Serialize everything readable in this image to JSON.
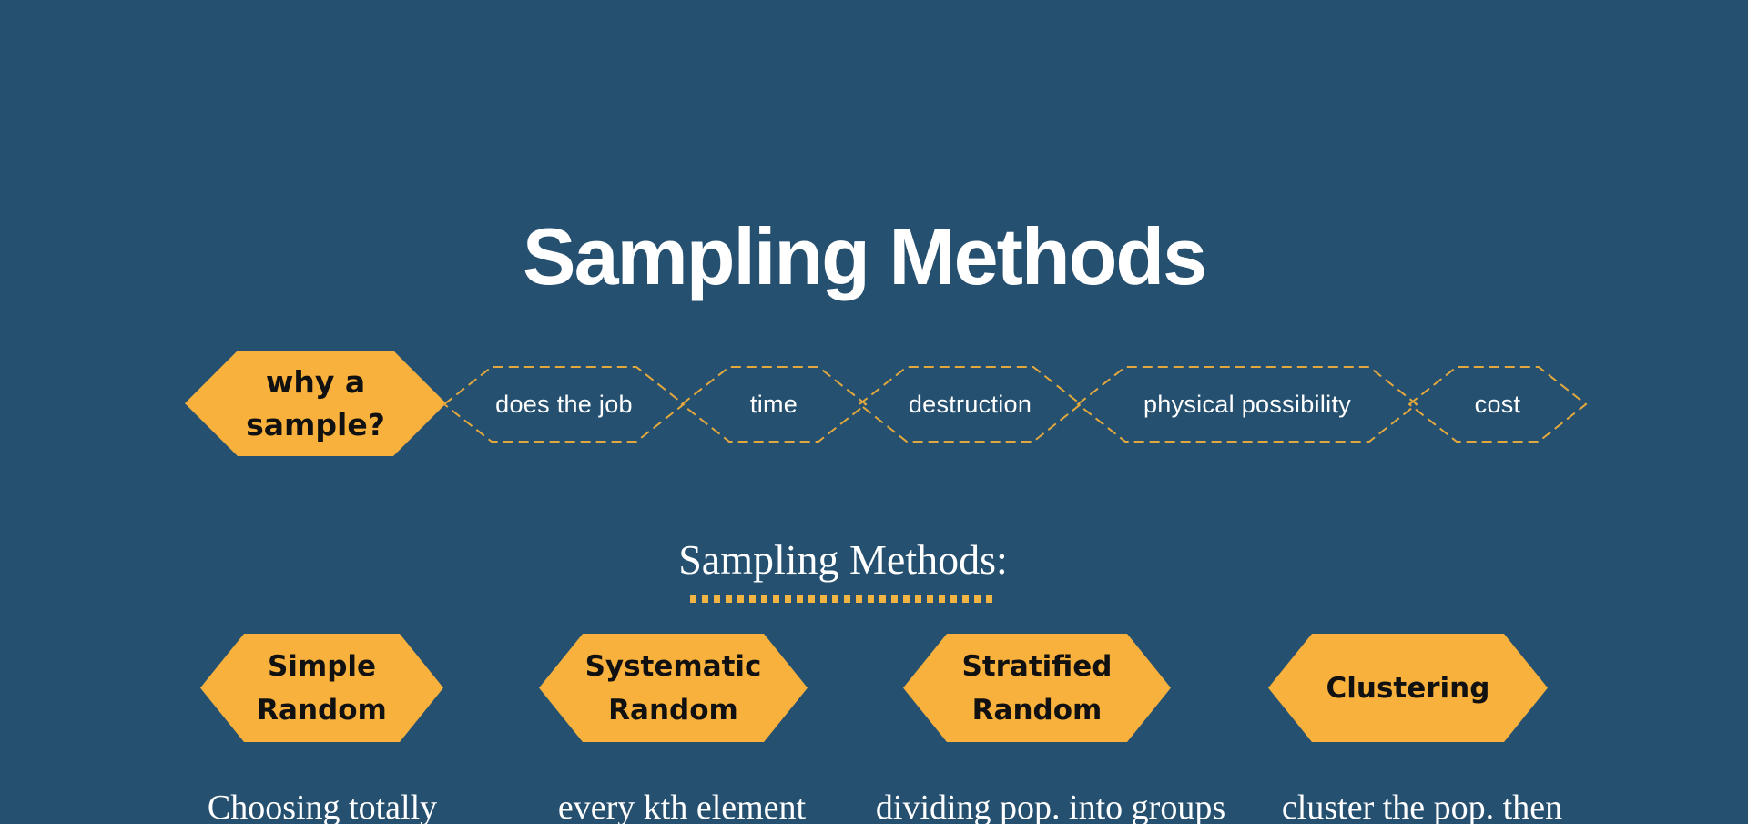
{
  "title": "Sampling Methods",
  "why": {
    "label_lines": [
      "why a",
      "sample?"
    ],
    "reasons": [
      "does the job",
      "time",
      "destruction",
      "physical possibility",
      "cost"
    ]
  },
  "section_heading": "Sampling Methods:",
  "methods": [
    {
      "name_lines": [
        "Simple",
        "Random"
      ],
      "description": "Choosing totally"
    },
    {
      "name_lines": [
        "Systematic",
        "Random"
      ],
      "description": "every kth element"
    },
    {
      "name_lines": [
        "Stratified",
        "Random"
      ],
      "description": "dividing pop. into groups"
    },
    {
      "name_lines": [
        "Clustering"
      ],
      "description": "cluster the pop. then"
    }
  ],
  "colors": {
    "background": "#255070",
    "hexagon_fill": "#F8B13C",
    "dash_outline": "#E2A83E",
    "dot_underline": "#F2B544",
    "text_white": "#FFFFFF",
    "text_black": "#111111"
  }
}
